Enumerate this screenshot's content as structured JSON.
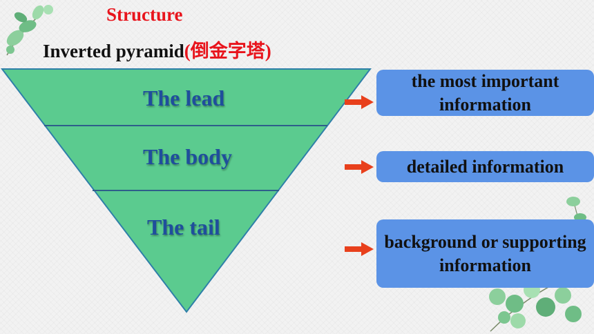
{
  "heading": {
    "title": "Structure",
    "subtitle_en": "Inverted pyramid",
    "subtitle_cn": "(倒金字塔)"
  },
  "pyramid": {
    "levels": [
      "The lead",
      "The body",
      "The tail"
    ]
  },
  "descriptions": [
    "the most important information",
    "detailed information",
    "background or supporting information"
  ],
  "colors": {
    "pyramid_fill": "#5bcb8f",
    "pyramid_text": "#1f4e9c",
    "box_fill": "#5b93e6",
    "arrow": "#e8401c",
    "title_red": "#e8141c"
  },
  "decorations": [
    "leaf-sprig-icon",
    "leaf-cluster-icon"
  ]
}
